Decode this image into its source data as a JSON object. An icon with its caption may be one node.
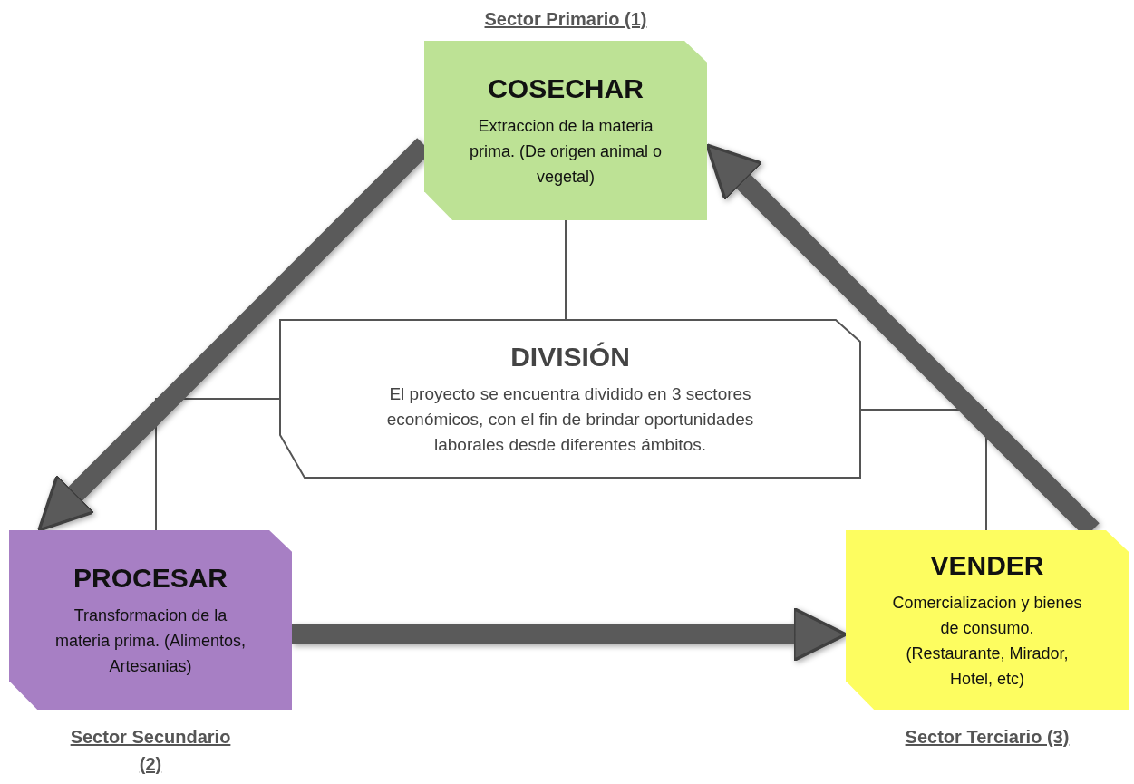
{
  "diagram": {
    "nodes": [
      {
        "text": [
          "COSECHAR",
          "Extraccion de la materia prima. (De origen animal o vegetal)"
        ],
        "beside": [
          "Sector Primario (1)"
        ]
      },
      {
        "text": [
          "DIVISIÓN",
          "El proyecto se encuentra dividido en 3 sectores económicos, con el fin de brindar oportunidades laborales desde diferentes ámbitos."
        ]
      },
      {
        "text": [
          "PROCESAR",
          "Transformacion de la materia prima. (Alimentos, Artesanias)"
        ],
        "beside": [
          "Sector Secundario (2)"
        ]
      },
      {
        "text": [
          "VENDER",
          "Comercializacion y bienes de consumo. (Restaurante, Mirador, Hotel, etc)"
        ],
        "beside": [
          "Sector Terciario (3)"
        ]
      }
    ],
    "edges": [
      {
        "from": 1,
        "to": 0,
        "arrow": "none"
      },
      {
        "from": 1,
        "to": 2,
        "arrow": "none"
      },
      {
        "from": 1,
        "to": 3,
        "arrow": "none"
      },
      {
        "from": 0,
        "to": 2,
        "arrow": "to",
        "style": "thick"
      },
      {
        "from": 2,
        "to": 3,
        "arrow": "to",
        "style": "thick"
      },
      {
        "from": 3,
        "to": 0,
        "arrow": "to",
        "style": "thick"
      }
    ]
  }
}
